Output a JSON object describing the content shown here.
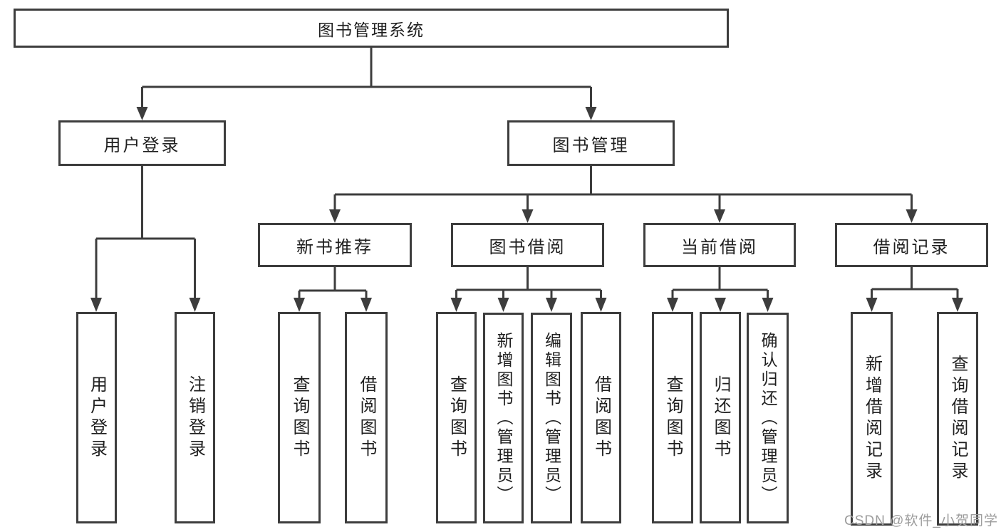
{
  "diagram": {
    "watermark": "CSDN @软件_小贺同学",
    "colors": {
      "stroke": "#3d3d3d",
      "text": "#1f1f1f",
      "watermark": "#9c9c9c",
      "background": "#ffffff"
    },
    "tree": {
      "root": "图书管理系统",
      "children": [
        {
          "label": "用户登录",
          "children": [
            {
              "label": "用户登录"
            },
            {
              "label": "注销登录"
            }
          ]
        },
        {
          "label": "图书管理",
          "children": [
            {
              "label": "新书推荐",
              "children": [
                {
                  "label": "查询图书"
                },
                {
                  "label": "借阅图书"
                }
              ]
            },
            {
              "label": "图书借阅",
              "children": [
                {
                  "label": "查询图书"
                },
                {
                  "label": "新增图书（管理员）"
                },
                {
                  "label": "编辑图书（管理员）"
                },
                {
                  "label": "借阅图书"
                }
              ]
            },
            {
              "label": "当前借阅",
              "children": [
                {
                  "label": "查询图书"
                },
                {
                  "label": "归还图书"
                },
                {
                  "label": "确认归还（管理员）"
                }
              ]
            },
            {
              "label": "借阅记录",
              "children": [
                {
                  "label": "新增借阅记录"
                },
                {
                  "label": "查询借阅记录"
                }
              ]
            }
          ]
        }
      ]
    }
  }
}
